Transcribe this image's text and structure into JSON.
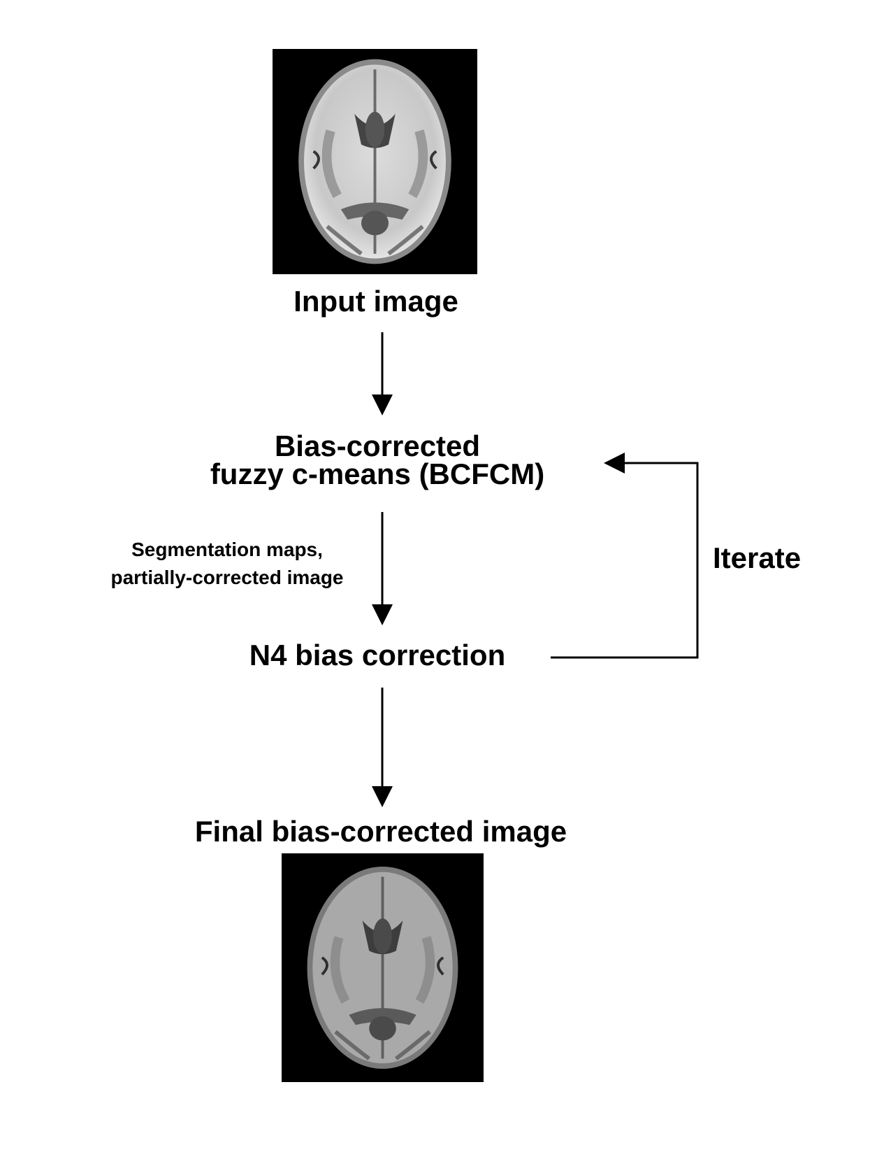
{
  "figure": {
    "input_label": "Input image",
    "bcfcm_line1": "Bias-corrected",
    "bcfcm_line2": "fuzzy c-means (BCFCM)",
    "seg_line1": "Segmentation maps,",
    "seg_line2": "partially-corrected image",
    "n4_label": "N4 bias correction",
    "iterate_label": "Iterate",
    "final_label": "Final bias-corrected image"
  },
  "images": {
    "input": {
      "depicts": "axial brain MRI slice with intensity bias (bright, uneven)",
      "background": "#000000"
    },
    "output": {
      "depicts": "axial brain MRI slice after bias correction (uniform grey)",
      "background": "#000000"
    }
  },
  "colors": {
    "line": "#000000",
    "background": "#ffffff"
  }
}
